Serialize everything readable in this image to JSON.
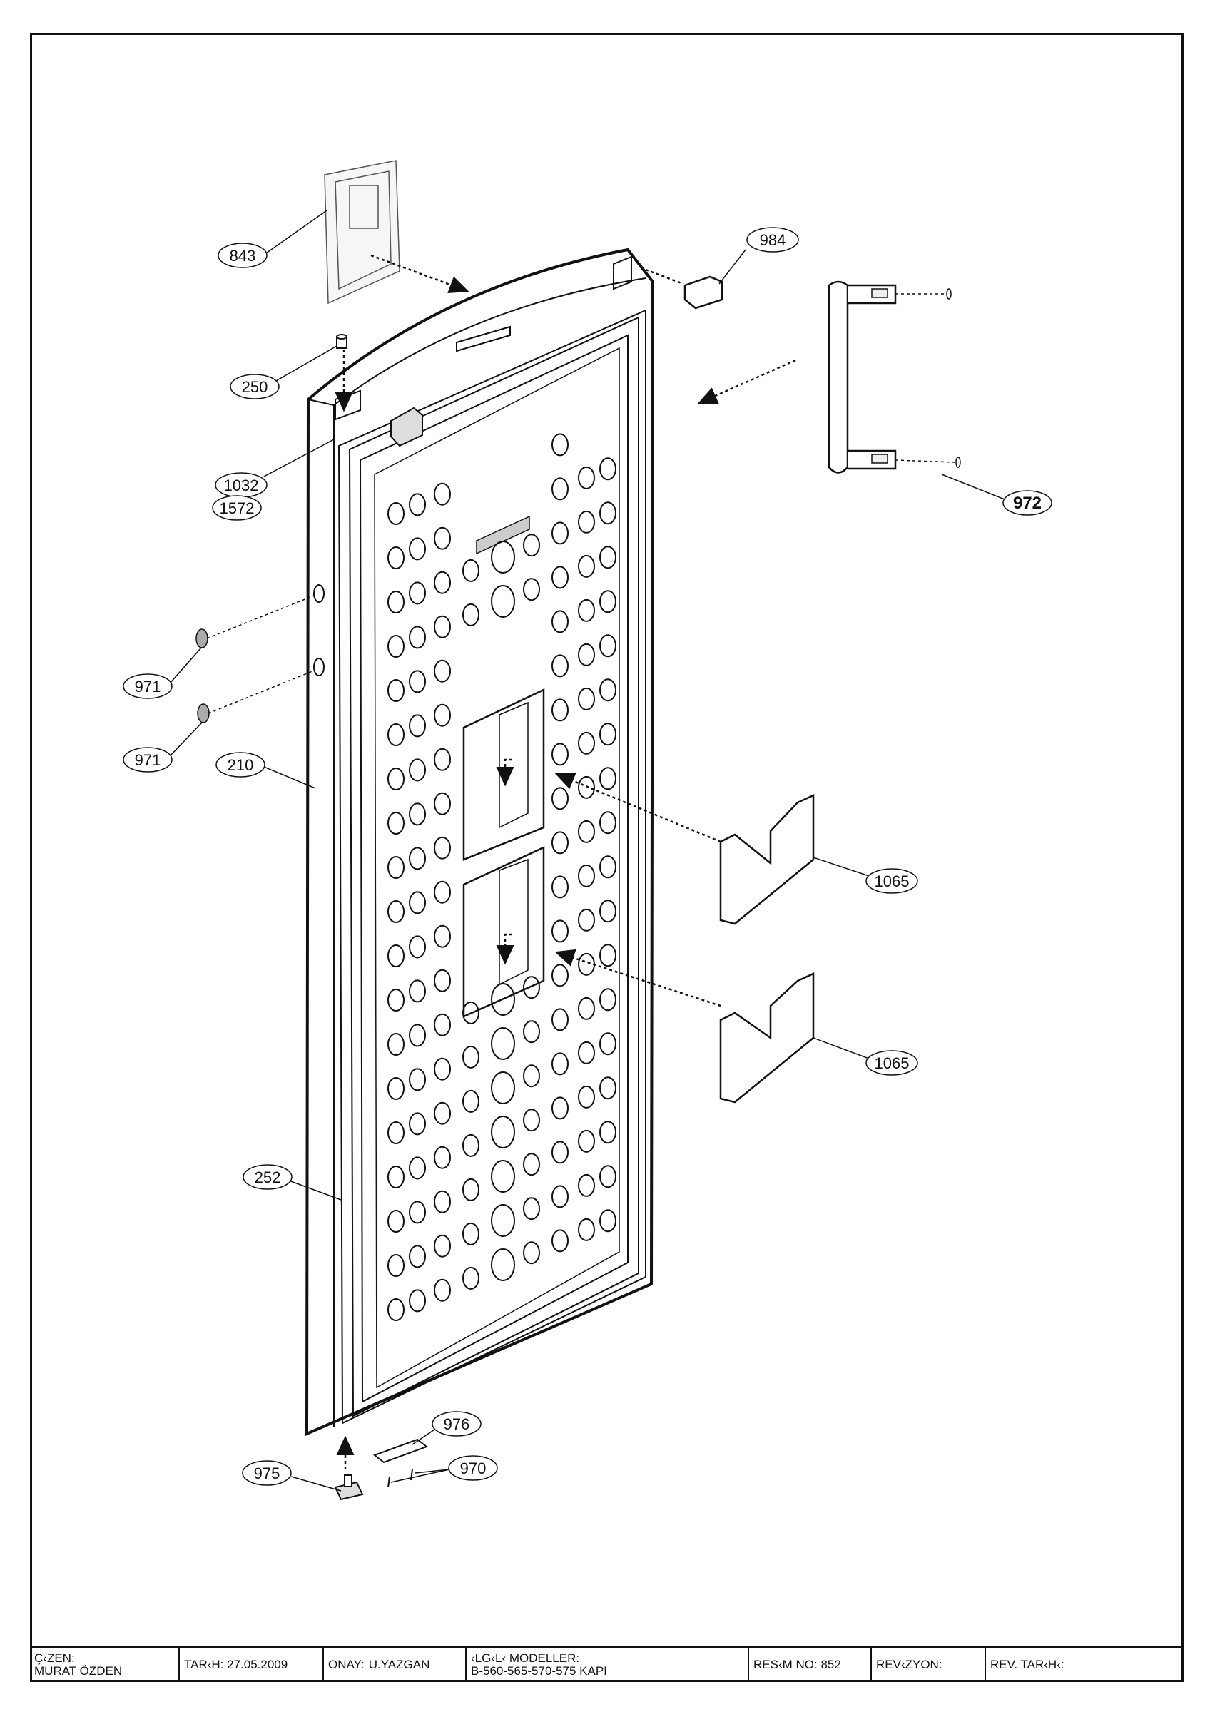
{
  "drawing": {
    "callouts": [
      {
        "id": "c843",
        "label": "843"
      },
      {
        "id": "c250",
        "label": "250"
      },
      {
        "id": "c1032",
        "label": "1032"
      },
      {
        "id": "c1572",
        "label": "1572"
      },
      {
        "id": "c984",
        "label": "984"
      },
      {
        "id": "c972",
        "label": "972"
      },
      {
        "id": "c971a",
        "label": "971"
      },
      {
        "id": "c971b",
        "label": "971"
      },
      {
        "id": "c210",
        "label": "210"
      },
      {
        "id": "c1065a",
        "label": "1065"
      },
      {
        "id": "c1065b",
        "label": "1065"
      },
      {
        "id": "c252",
        "label": "252"
      },
      {
        "id": "c976",
        "label": "976"
      },
      {
        "id": "c975",
        "label": "975"
      },
      {
        "id": "c970",
        "label": "970"
      }
    ]
  },
  "title_block": {
    "drawer_label": "Ç‹ZEN:",
    "drawer_name": "MURAT ÖZDEN",
    "date": "TAR‹H: 27.05.2009",
    "approval_label": "ONAY:",
    "approval_name": "U.YAZGAN",
    "models_label": "‹LG‹L‹ MODELLER:",
    "models_value": "B-560-565-570-575  KAPI",
    "drawing_no": "RES‹M NO: 852",
    "revision": "REV‹ZYON:",
    "revision_date": "REV. TAR‹H‹:"
  }
}
